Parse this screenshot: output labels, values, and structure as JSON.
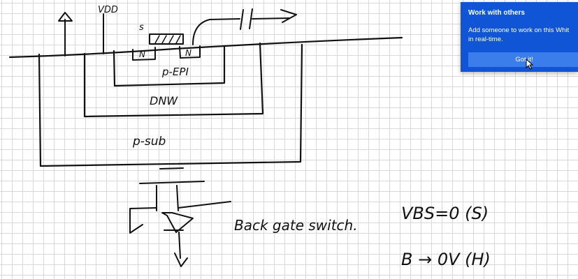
{
  "whiteboard": {
    "labels": {
      "vdd": "VDD",
      "s": "s",
      "n_left": "N",
      "n_right": "N",
      "p_epi": "p-EPI",
      "dnw": "DNW",
      "p_sub": "p-sub",
      "backgate_text": "Back gate switch.",
      "vbs_equation": "VBS=0 (S)",
      "b_equation": "B → 0V (H)"
    }
  },
  "popup": {
    "title": "Work with others",
    "body_line1": "Add someone to work on this Whit",
    "body_line2": "in real-time.",
    "button_label": "Got it!",
    "background_color": "#0f55d6",
    "button_color": "#3b7dea"
  },
  "icons": {
    "cursor": "mouse-pointer-icon"
  }
}
